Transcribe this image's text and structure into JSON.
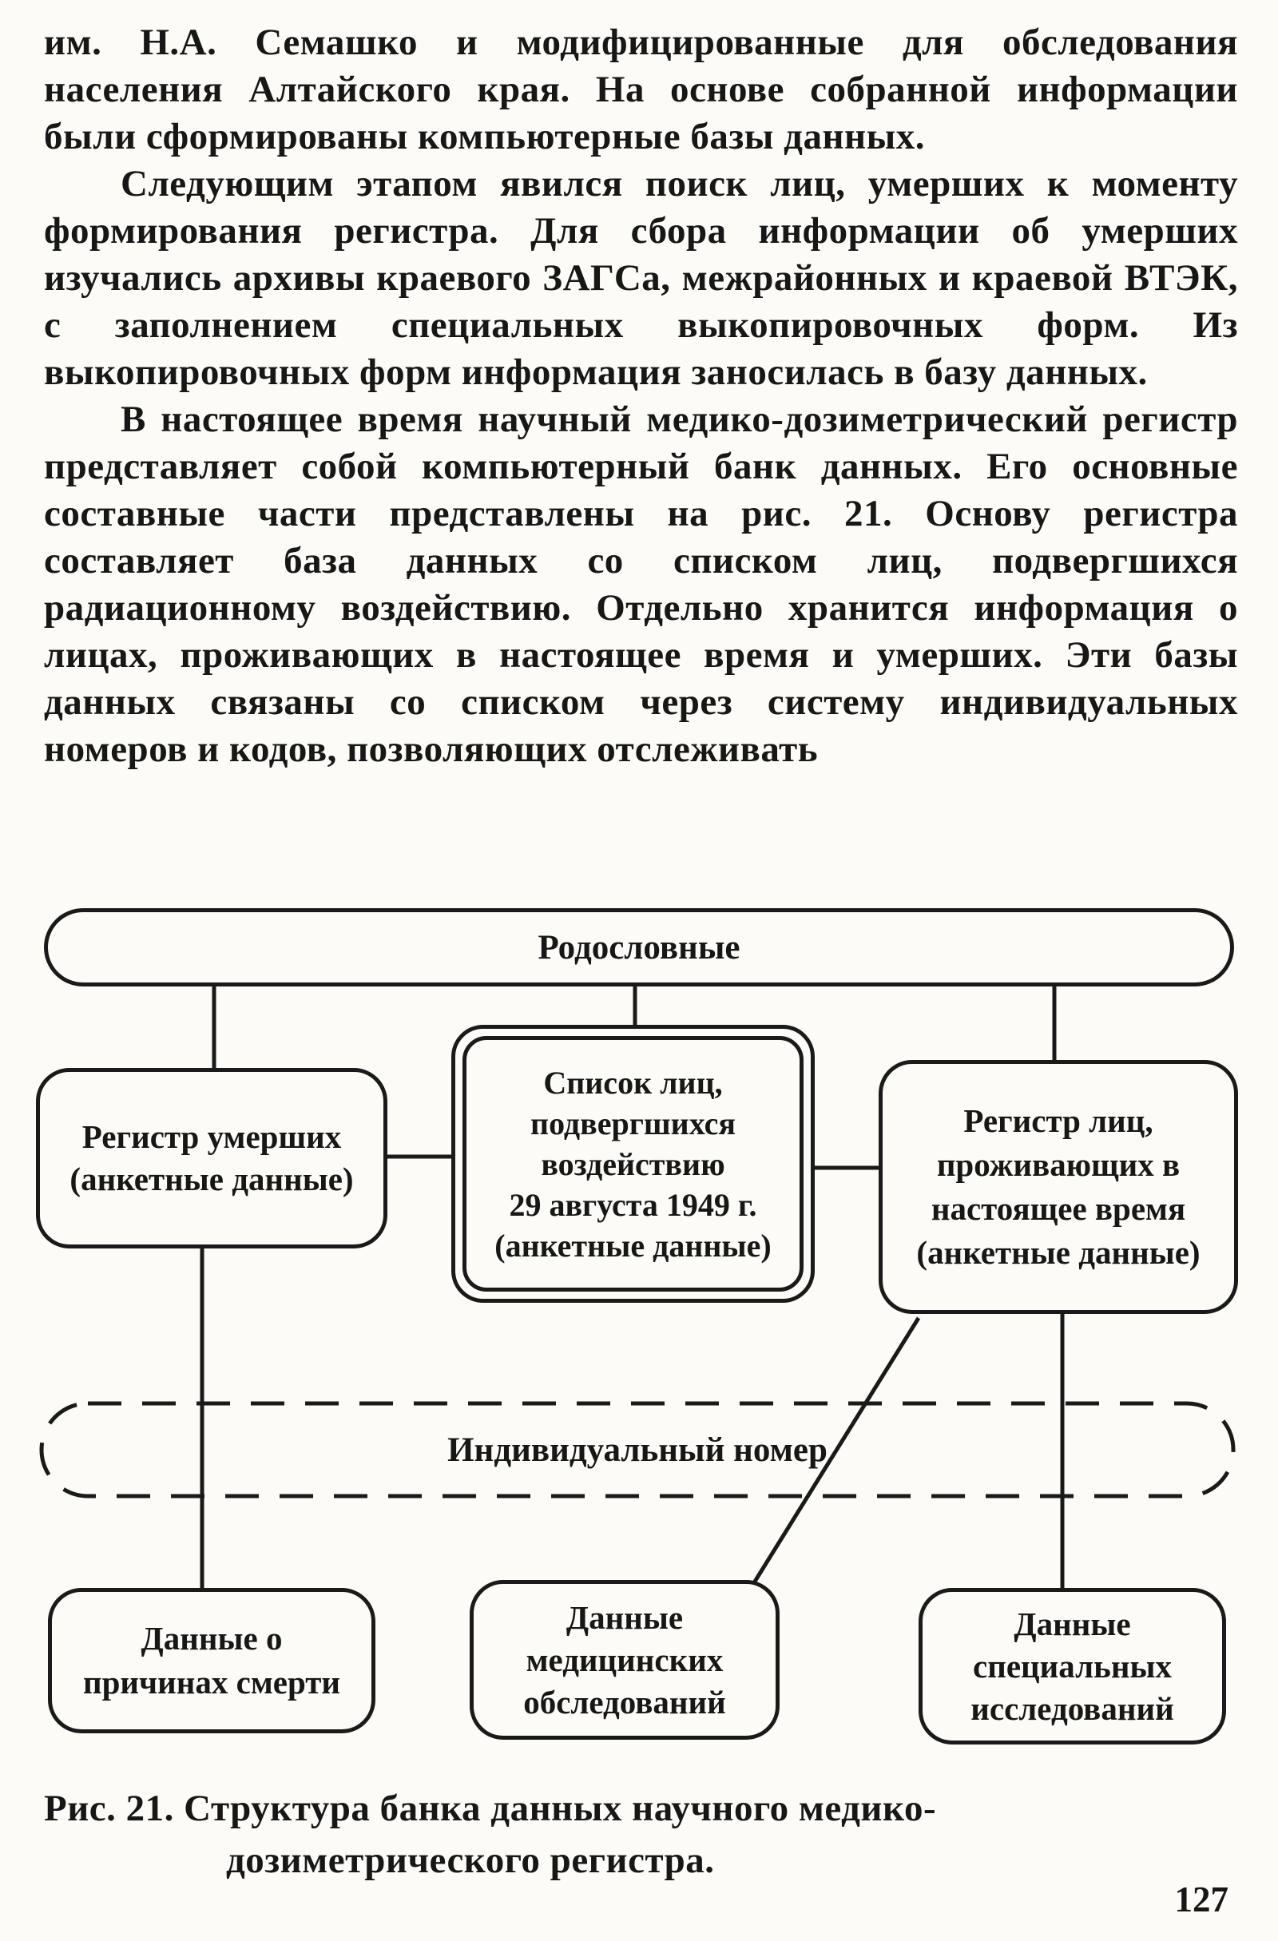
{
  "page": {
    "number": "127"
  },
  "colors": {
    "ink": "#1a1a1a",
    "paper": "#fcfbf7"
  },
  "paragraphs": [
    "им. Н.А. Семашко и модифицированные для обследования населения Алтайского края. На основе собранной информации были сформированы компьютерные базы данных.",
    "Следующим этапом явился поиск лиц, умерших к моменту формирования регистра. Для сбора информации об умерших изучались архивы краевого ЗАГСа, межрайонных и краевой ВТЭК, с заполнением специальных выкопировочных форм. Из выкопировочных форм информация заносилась в базу данных.",
    "В настоящее время научный медико-дозиметрический регистр представляет собой компьютерный банк данных. Его основные составные части представлены на рис. 21. Основу регистра составляет база данных со списком лиц, подвергшихся радиационному воздействию. Отдельно хранится информация о лицах, проживающих в настоящее время и умерших. Эти базы данных связаны со списком через систему индивидуальных номеров и кодов, позволяющих отслеживать"
  ],
  "diagram": {
    "root": {
      "label": "Родословные"
    },
    "register_deceased": {
      "lines": [
        "Регистр умерших",
        "(анкетные данные)"
      ]
    },
    "exposed_list": {
      "lines": [
        "Список лиц,",
        "подвергшихся",
        "воздействию",
        "29 августа 1949 г.",
        "(анкетные данные)"
      ]
    },
    "register_living": {
      "lines": [
        "Регистр лиц,",
        "проживающих в",
        "настоящее время",
        "(анкетные данные)"
      ]
    },
    "individual_number": {
      "label": "Индивидуальный номер"
    },
    "death_causes": {
      "lines": [
        "Данные о",
        "причинах смерти"
      ]
    },
    "medical_exams": {
      "lines": [
        "Данные",
        "медицинских",
        "обследований"
      ]
    },
    "special_studies": {
      "lines": [
        "Данные",
        "специальных",
        "исследований"
      ]
    }
  },
  "caption": {
    "lines": [
      "Рис. 21. Структура банка данных научного медико-",
      "дозиметрического регистра."
    ]
  }
}
